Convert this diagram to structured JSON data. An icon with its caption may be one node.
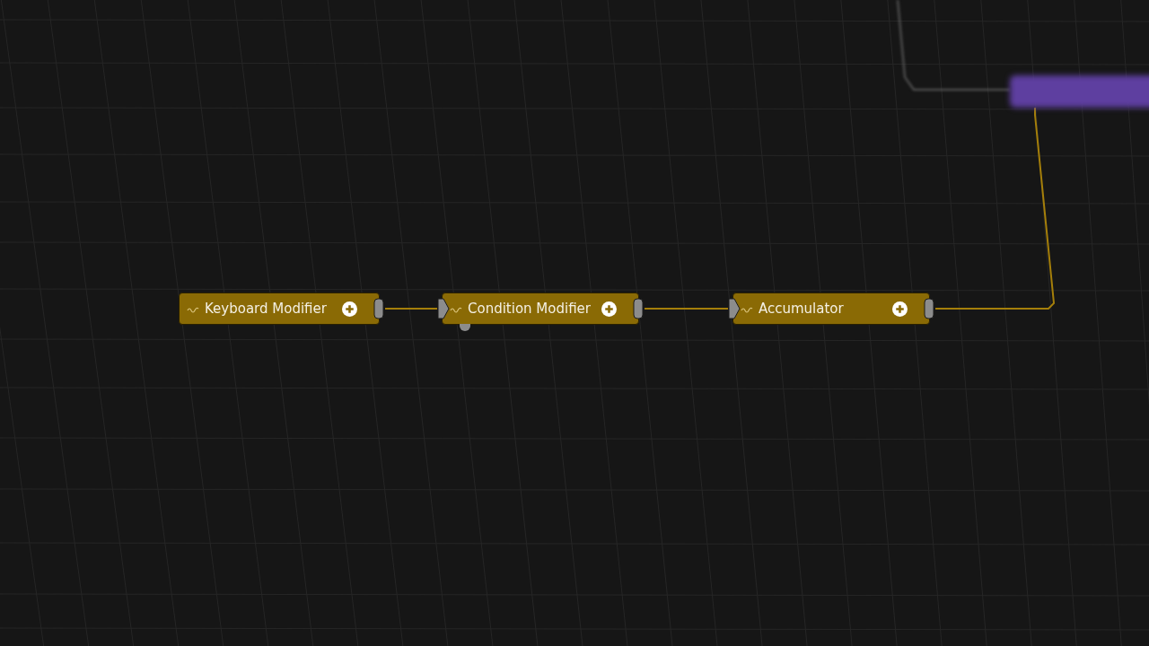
{
  "diagram": {
    "nodes": [
      {
        "text": [
          "Keyboard Modifier"
        ]
      },
      {
        "text": [
          "Condition Modifier"
        ]
      },
      {
        "text": [
          "Accumulator"
        ]
      },
      {
        "text": [],
        "shape": "box"
      }
    ],
    "edges": [
      {
        "from": 0,
        "to": 1,
        "arrow": "none"
      },
      {
        "from": 1,
        "to": 2,
        "arrow": "none"
      },
      {
        "from": 2,
        "to": 3,
        "arrow": "none"
      },
      {
        "from": null,
        "to": 3,
        "arrow": "none",
        "color": "#5a5a5a"
      }
    ]
  }
}
